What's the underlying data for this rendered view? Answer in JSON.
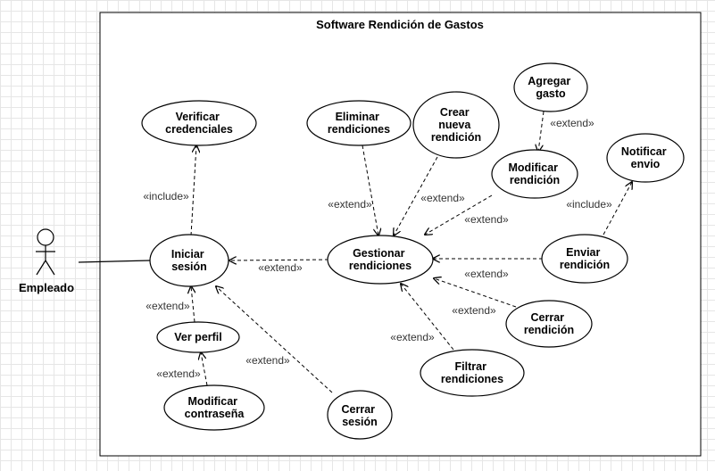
{
  "diagram": {
    "system_title": "Software Rendición de Gastos",
    "actor": {
      "name": "Empleado"
    },
    "use_cases": {
      "verificar_credenciales": [
        "Verificar",
        "credenciales"
      ],
      "iniciar_sesion": [
        "Iniciar",
        "sesión"
      ],
      "ver_perfil": [
        "Ver perfil"
      ],
      "modificar_contrasena": [
        "Modificar",
        "contraseña"
      ],
      "cerrar_sesion": [
        "Cerrar",
        "sesión"
      ],
      "eliminar_rendiciones": [
        "Eliminar",
        "rendiciones"
      ],
      "crear_nueva_rendicion": [
        "Crear",
        "nueva",
        "rendición"
      ],
      "agregar_gasto": [
        "Agregar",
        "gasto"
      ],
      "modificar_rendicion": [
        "Modificar",
        "rendición"
      ],
      "notificar_envio": [
        "Notificar",
        "envio"
      ],
      "gestionar_rendiciones": [
        "Gestionar",
        "rendiciones"
      ],
      "enviar_rendicion": [
        "Enviar",
        "rendición"
      ],
      "cerrar_rendicion": [
        "Cerrar",
        "rendición"
      ],
      "filtrar_rendiciones": [
        "Filtrar",
        "rendiciones"
      ]
    },
    "relations": {
      "include_verificar": "«include»",
      "extend_gestionar_iniciar": "«extend»",
      "extend_ver_perfil": "«extend»",
      "extend_modificar_contrasena": "«extend»",
      "extend_cerrar_sesion": "«extend»",
      "extend_eliminar": "«extend»",
      "extend_crear": "«extend»",
      "extend_agregar_gasto": "«extend»",
      "extend_modificar_rendicion": "«extend»",
      "include_notificar": "«include»",
      "extend_enviar": "«extend»",
      "extend_cerrar_rendicion": "«extend»",
      "extend_filtrar": "«extend»"
    }
  }
}
